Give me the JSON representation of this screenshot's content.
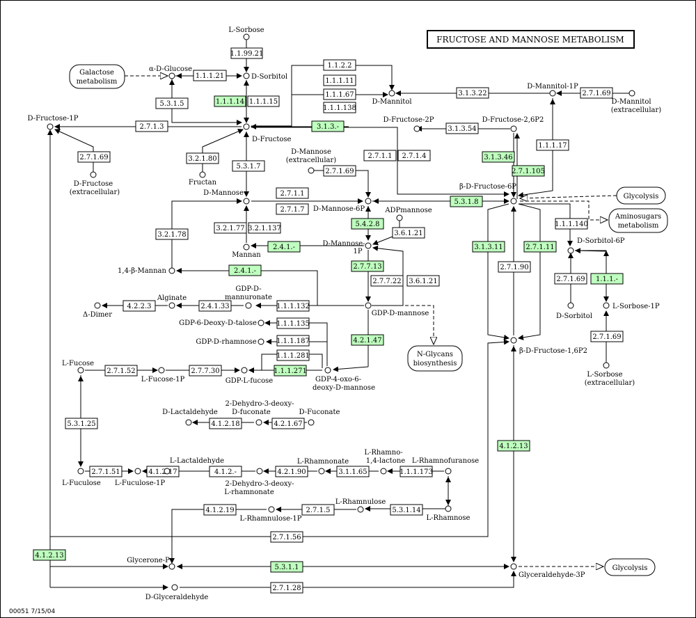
{
  "title": "FRUCTOSE AND MANNOSE METABOLISM",
  "footer": "00051  7/15/04",
  "colors": {
    "highlight": "#bfffbf",
    "box": "#ffffff",
    "line": "#000000"
  },
  "compounds": {
    "l_sorbose": "L-Sorbose",
    "a_d_glucose": "α-D-Glucose",
    "d_sorbitol": "D-Sorbitol",
    "d_mannitol": "D-Mannitol",
    "d_mannitol_1p": "D-Mannitol-1P",
    "d_mannitol_ext_1": "D-Mannitol",
    "d_mannitol_ext_2": "(extracellular)",
    "d_fructose_1p": "D-Fructose-1P",
    "d_fructose": "D-Fructose",
    "d_fructose_2p": "D-Fructose-2P",
    "d_fructose_26p2": "D-Fructose-2,6P2",
    "d_fructose_ext_1": "D-Fructose",
    "d_fructose_ext_2": "(extracellular)",
    "fructan": "Fructan",
    "d_mannose_ext_1": "D-Mannose",
    "d_mannose_ext_2": "(extracellular)",
    "d_mannose": "D-Mannose",
    "d_mannose_6p": "D-Mannose-6P",
    "b_d_fructose_6p": "β-D-Fructose-6P",
    "adpmannose": "ADPmannose",
    "d_mannose_1p_1": "D-Mannose-",
    "d_mannose_1p_2": "1P",
    "mannan": "Mannan",
    "mannan_14b": "1,4-β-Mannan",
    "d_sorbitol_6p": "D-Sorbitol-6P",
    "alginate": "Alginate",
    "gdp_d_mannuronate_1": "GDP-D-",
    "gdp_d_mannuronate_2": "mannuronate",
    "d_dimer": "Δ-Dimer",
    "gdp_d_mannose": "GDP-D-mannose",
    "gdp_6_deoxy_d_talose": "GDP-6-Deoxy-D-talose",
    "gdp_d_rhamnose": "GDP-D-rhamnose",
    "gdp_l_fucose": "GDP-L-fucose",
    "gdp_4_oxo_1": "GDP-4-oxo-6-",
    "gdp_4_oxo_2": "deoxy-D-mannose",
    "d_sorbitol_2": "D-Sorbitol",
    "l_sorbose_1p": "L-Sorbose-1P",
    "b_d_fructose_16p2": "β-D-Fructose-1,6P2",
    "l_sorbose_ext_1": "L-Sorbose",
    "l_sorbose_ext_2": "(extracellular)",
    "l_fucose": "L-Fucose",
    "l_fucose_1p": "L-Fucose-1P",
    "d_lactaldehyde": "D-Lactaldehyde",
    "dh_deoxy_fuconate_1": "2-Dehydro-3-deoxy-",
    "dh_deoxy_fuconate_2": "D-fuconate",
    "d_fuconate": "D-Fuconate",
    "l_lactaldehyde": "L-Lactaldehyde",
    "l_rhamnonate": "L-Rhamnonate",
    "l_rhamno_lactone_1": "L-Rhamno-",
    "l_rhamno_lactone_2": "1,4-lactone",
    "l_rhamnofuranose": "L-Rhamnofuranose",
    "l_fuculose": "L-Fuculose",
    "l_fuculose_1p": "L-Fuculose-1P",
    "dh_deoxy_rhamnonate_1": "2-Dehydro-3-deoxy-",
    "dh_deoxy_rhamnonate_2": "L-rhamnonate",
    "l_rhamnulose": "L-Rhamnulose",
    "l_rhamnulose_1p": "L-Rhamnulose-1P",
    "l_rhamnose": "L-Rhamnose",
    "glycerone_p": "Glycerone-P",
    "glyceraldehyde_3p": "Glyceraldehyde-3P",
    "d_glyceraldehyde": "D-Glyceraldehyde"
  },
  "pathways": {
    "galactose_1": "Galactose",
    "galactose_2": "metabolism",
    "glycolysis_1": "Glycolysis",
    "aminosugars_1": "Aminosugars",
    "aminosugars_2": "metabolism",
    "n_glycans_1": "N-Glycans",
    "n_glycans_2": "biosynthesis",
    "glycolysis_2": "Glycolysis"
  },
  "enzymes": {
    "e_1_1_99_21": "1.1.99.21",
    "e_1_1_1_21": "1.1.1.21",
    "e_1_1_2_2": "1.1.2.2",
    "e_1_1_1_11": "1.1.1.11",
    "e_1_1_1_67": "1.1.1.67",
    "e_1_1_1_138": "1.1.1.138",
    "e_3_1_3_22": "3.1.3.22",
    "e_2_7_1_69_a": "2.7.1.69",
    "e_5_3_1_5": "5.3.1.5",
    "e_1_1_1_14": "1.1.1.14",
    "e_1_1_1_15": "1.1.1.15",
    "e_2_7_1_3": "2.7.1.3",
    "e_3_1_3_x": "3.1.3.-",
    "e_3_1_3_54": "3.1.3.54",
    "e_1_1_1_17": "1.1.1.17",
    "e_2_7_1_69_b": "2.7.1.69",
    "e_3_2_1_80": "3.2.1.80",
    "e_5_3_1_7": "5.3.1.7",
    "e_2_7_1_69_c": "2.7.1.69",
    "e_2_7_1_1_a": "2.7.1.1",
    "e_2_7_1_4": "2.7.1.4",
    "e_3_1_3_46": "3.1.3.46",
    "e_2_7_1_105": "2.7.1.105",
    "e_2_7_1_1_b": "2.7.1.1",
    "e_2_7_1_7": "2.7.1.7",
    "e_5_3_1_8": "5.3.1.8",
    "e_1_1_1_140": "1.1.1.140",
    "e_3_2_1_78": "3.2.1.78",
    "e_3_2_1_77": "3.2.1.77",
    "e_3_2_1_137": "3.2.1.137",
    "e_5_4_2_8": "5.4.2.8",
    "e_3_6_1_21_a": "3.6.1.21",
    "e_2_4_1_x_a": "2.4.1.-",
    "e_2_4_1_x_b": "2.4.1.-",
    "e_2_7_7_13": "2.7.7.13",
    "e_2_7_7_22": "2.7.7.22",
    "e_3_6_1_21_b": "3.6.1.21",
    "e_3_1_3_11": "3.1.3.11",
    "e_2_7_1_90": "2.7.1.90",
    "e_2_7_1_11": "2.7.1.11",
    "e_2_7_1_69_d": "2.7.1.69",
    "e_1_1_1_x": "1.1.1.-",
    "e_4_2_2_3": "4.2.2.3",
    "e_2_4_1_33": "2.4.1.33",
    "e_1_1_1_132": "1.1.1.132",
    "e_1_1_1_135": "1.1.1.135",
    "e_1_1_1_187": "1.1.1.187",
    "e_1_1_1_281": "1.1.1.281",
    "e_4_2_1_47": "4.2.1.47",
    "e_2_7_1_69_e": "2.7.1.69",
    "e_2_7_1_52": "2.7.1.52",
    "e_2_7_7_30": "2.7.7.30",
    "e_1_1_1_271": "1.1.1.271",
    "e_4_1_2_18": "4.1.2.18",
    "e_4_2_1_67": "4.2.1.67",
    "e_5_3_1_25": "5.3.1.25",
    "e_4_1_2_13_a": "4.1.2.13",
    "e_2_7_1_51": "2.7.1.51",
    "e_4_1_2_17": "4.1.2.17",
    "e_4_1_2_x": "4.1.2.-",
    "e_4_2_1_90": "4.2.1.90",
    "e_3_1_1_65": "3.1.1.65",
    "e_1_1_1_173": "1.1.1.173",
    "e_4_1_2_19": "4.1.2.19",
    "e_2_7_1_5": "2.7.1.5",
    "e_5_3_1_14": "5.3.1.14",
    "e_2_7_1_56": "2.7.1.56",
    "e_4_1_2_13_b": "4.1.2.13",
    "e_5_3_1_1": "5.3.1.1",
    "e_2_7_1_28": "2.7.1.28"
  }
}
